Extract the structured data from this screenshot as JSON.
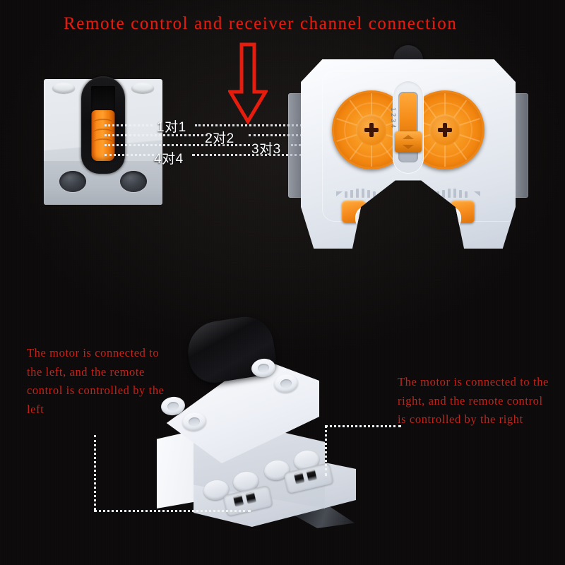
{
  "page": {
    "background_color": "#0b0909",
    "accent_red": "#e01b0f",
    "annotation_red": "#c5221a",
    "dotted_white": "#f0f3f6",
    "lego_orange": "#f58c18"
  },
  "title": {
    "text": "Remote control and receiver channel connection"
  },
  "arrow": {
    "name": "red-down-arrow",
    "direction": "down",
    "color": "#e01b0f"
  },
  "channels": {
    "items": [
      {
        "label": "1对1"
      },
      {
        "label": "2对2"
      },
      {
        "label": "3对3"
      },
      {
        "label": "4对4"
      }
    ]
  },
  "receiver": {
    "name": "ir-receiver-brick",
    "channel_knob": "orange-channel-selector",
    "ports": [
      "port-left",
      "port-right"
    ]
  },
  "remote": {
    "name": "ir-remote-control",
    "channel_digits": "1234",
    "left_wheel": "control-wheel-left",
    "right_wheel": "control-wheel-right",
    "buttons": [
      "orange-button-left",
      "orange-button-right"
    ],
    "switches": [
      "black-switch-left",
      "black-switch-right"
    ],
    "rotation_icons": [
      "rotate-ccw-icon",
      "rotate-cw-icon"
    ]
  },
  "motor_unit": {
    "name": "motor-receiver-brick",
    "ports": [
      "port-left",
      "port-right"
    ]
  },
  "annotations": {
    "left": "The motor is connected to the left, and the remote control is controlled by the left",
    "right": "The motor is connected to the right, and the remote control is controlled by the right"
  }
}
